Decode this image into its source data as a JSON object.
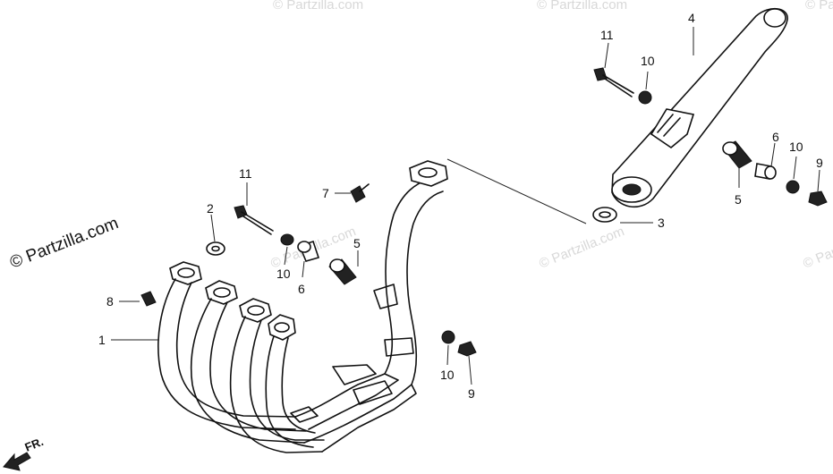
{
  "watermark": "© Partzilla.com",
  "copyright": "© Partzilla.com",
  "direction_label": "FR.",
  "callouts": [
    "1",
    "2",
    "3",
    "4",
    "5",
    "5",
    "6",
    "6",
    "7",
    "8",
    "9",
    "9",
    "10",
    "10",
    "10",
    "10",
    "11",
    "11"
  ]
}
